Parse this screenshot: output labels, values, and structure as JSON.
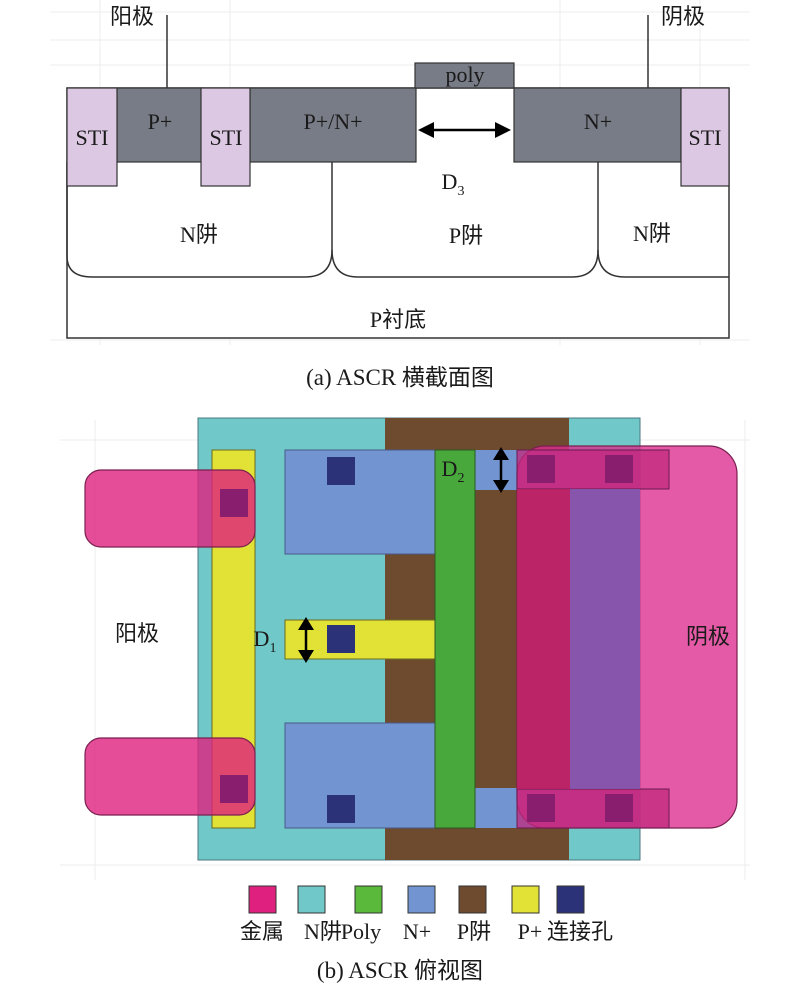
{
  "figure_a": {
    "anode_label": "阳极",
    "cathode_label": "阴极",
    "poly_label": "poly",
    "regions": {
      "p_plus": "P+",
      "p_plus_n_plus": "P+/N+",
      "n_plus": "N+",
      "sti": "STI",
      "n_well": "N阱",
      "p_well": "P阱",
      "substrate": "P衬底"
    },
    "d3_label": "D",
    "d3_sub": "3",
    "caption": "(a) ASCR 横截面图"
  },
  "figure_b": {
    "anode_label": "阳极",
    "cathode_label": "阴极",
    "d1_label": "D",
    "d1_sub": "1",
    "d2_label": "D",
    "d2_sub": "2",
    "caption": "(b) ASCR 俯视图"
  },
  "legend": [
    {
      "label": "金属",
      "color": "#e0207e"
    },
    {
      "label": "N阱",
      "color": "#70c8c8"
    },
    {
      "label": "Poly",
      "color": "#5ab83a"
    },
    {
      "label": "N+",
      "color": "#7294d0"
    },
    {
      "label": "P阱",
      "color": "#6e4a2e"
    },
    {
      "label": "P+",
      "color": "#e2e236"
    },
    {
      "label": "连接孔",
      "color": "#2c3278"
    }
  ],
  "colors": {
    "gray_diffusion": "#787c86",
    "sti": "#dcc8e2",
    "metal_overlay": "#de2c8e",
    "n_well": "#70c8c8",
    "p_well": "#6e4a2e",
    "n_plus": "#7294d0",
    "poly": "#48a83c",
    "p_plus": "#e2e236",
    "contact": "#2c3278"
  }
}
